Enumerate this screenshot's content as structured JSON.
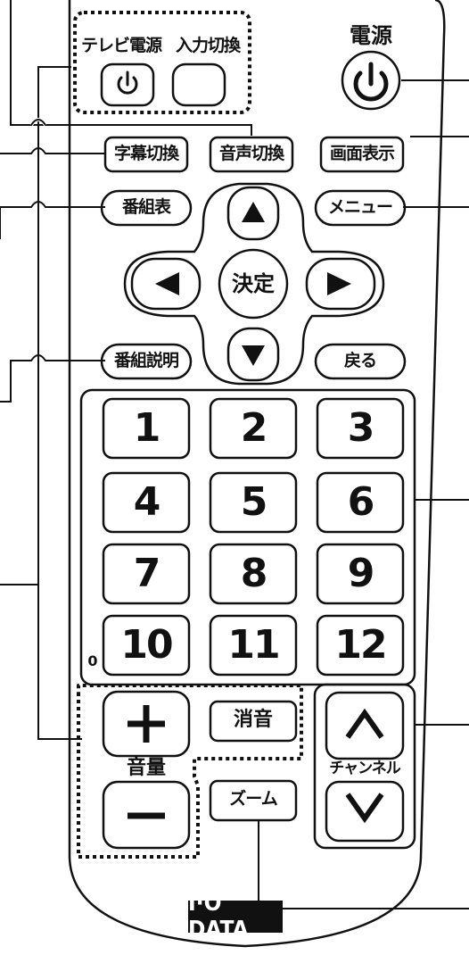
{
  "labels": {
    "tv_power": "テレビ電源",
    "input_switch": "入力切換",
    "power": "電源",
    "subtitle": "字幕切換",
    "audio": "音声切換",
    "display": "画面表示",
    "guide": "番組表",
    "menu": "メニュー",
    "enter": "決定",
    "program_info": "番組説明",
    "back": "戻る",
    "mute": "消音",
    "volume": "音量",
    "channel": "チャンネル",
    "zoom": "ズーム",
    "zero_prefix": "0"
  },
  "numbers": [
    "1",
    "2",
    "3",
    "4",
    "5",
    "6",
    "7",
    "8",
    "9",
    "10",
    "11",
    "12"
  ],
  "brand": "I·O DATA",
  "icons": {
    "power": "power-icon",
    "up": "triangle-up-icon",
    "down": "triangle-down-icon",
    "left": "triangle-left-icon",
    "right": "triangle-right-icon",
    "plus": "plus-icon",
    "minus": "minus-icon",
    "chevron_up": "chevron-up-icon",
    "chevron_down": "chevron-down-icon"
  }
}
